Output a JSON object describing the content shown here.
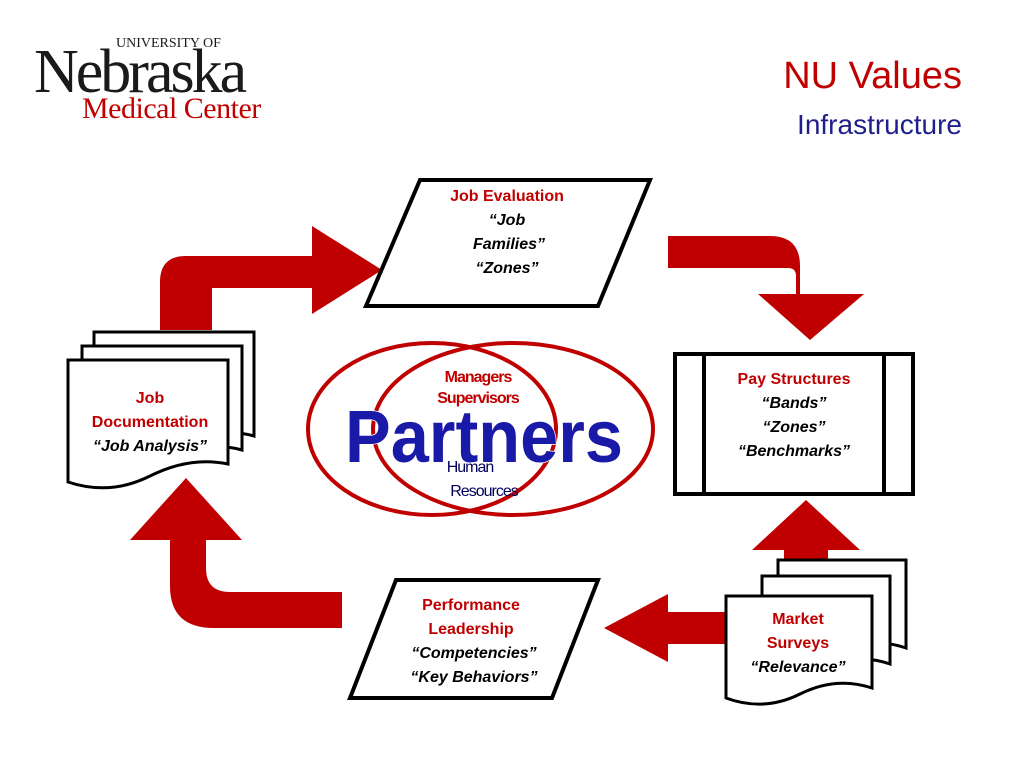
{
  "logo": {
    "university_of": "UNIVERSITY OF",
    "name": "Nebraska",
    "subtitle": "Medical Center"
  },
  "header": {
    "title": "NU Values",
    "subtitle": "Infrastructure"
  },
  "nodes": {
    "job_evaluation": {
      "heading": "Job Evaluation",
      "lines": [
        "“Job",
        "Families”",
        "“Zones”"
      ]
    },
    "pay_structures": {
      "heading": "Pay Structures",
      "lines": [
        "“Bands”",
        "“Zones”",
        "“Benchmarks”"
      ]
    },
    "market_surveys": {
      "heading_lines": [
        "Market",
        "Surveys"
      ],
      "lines": [
        "“Relevance”"
      ]
    },
    "performance": {
      "heading_lines": [
        "Performance",
        "Leadership"
      ],
      "lines": [
        "“Competencies”",
        "“Key Behaviors”"
      ]
    },
    "job_documentation": {
      "heading_lines": [
        "Job",
        "Documentation"
      ],
      "lines": [
        "“Job Analysis”"
      ]
    }
  },
  "center": {
    "word": "Partners",
    "left_circle": [
      "Managers",
      "Supervisors"
    ],
    "right_circle": [
      "Human",
      "Resources"
    ]
  },
  "colors": {
    "accent_red": "#c00000",
    "navy": "#1f1f8c",
    "partners_blue": "#1a1aa8"
  }
}
